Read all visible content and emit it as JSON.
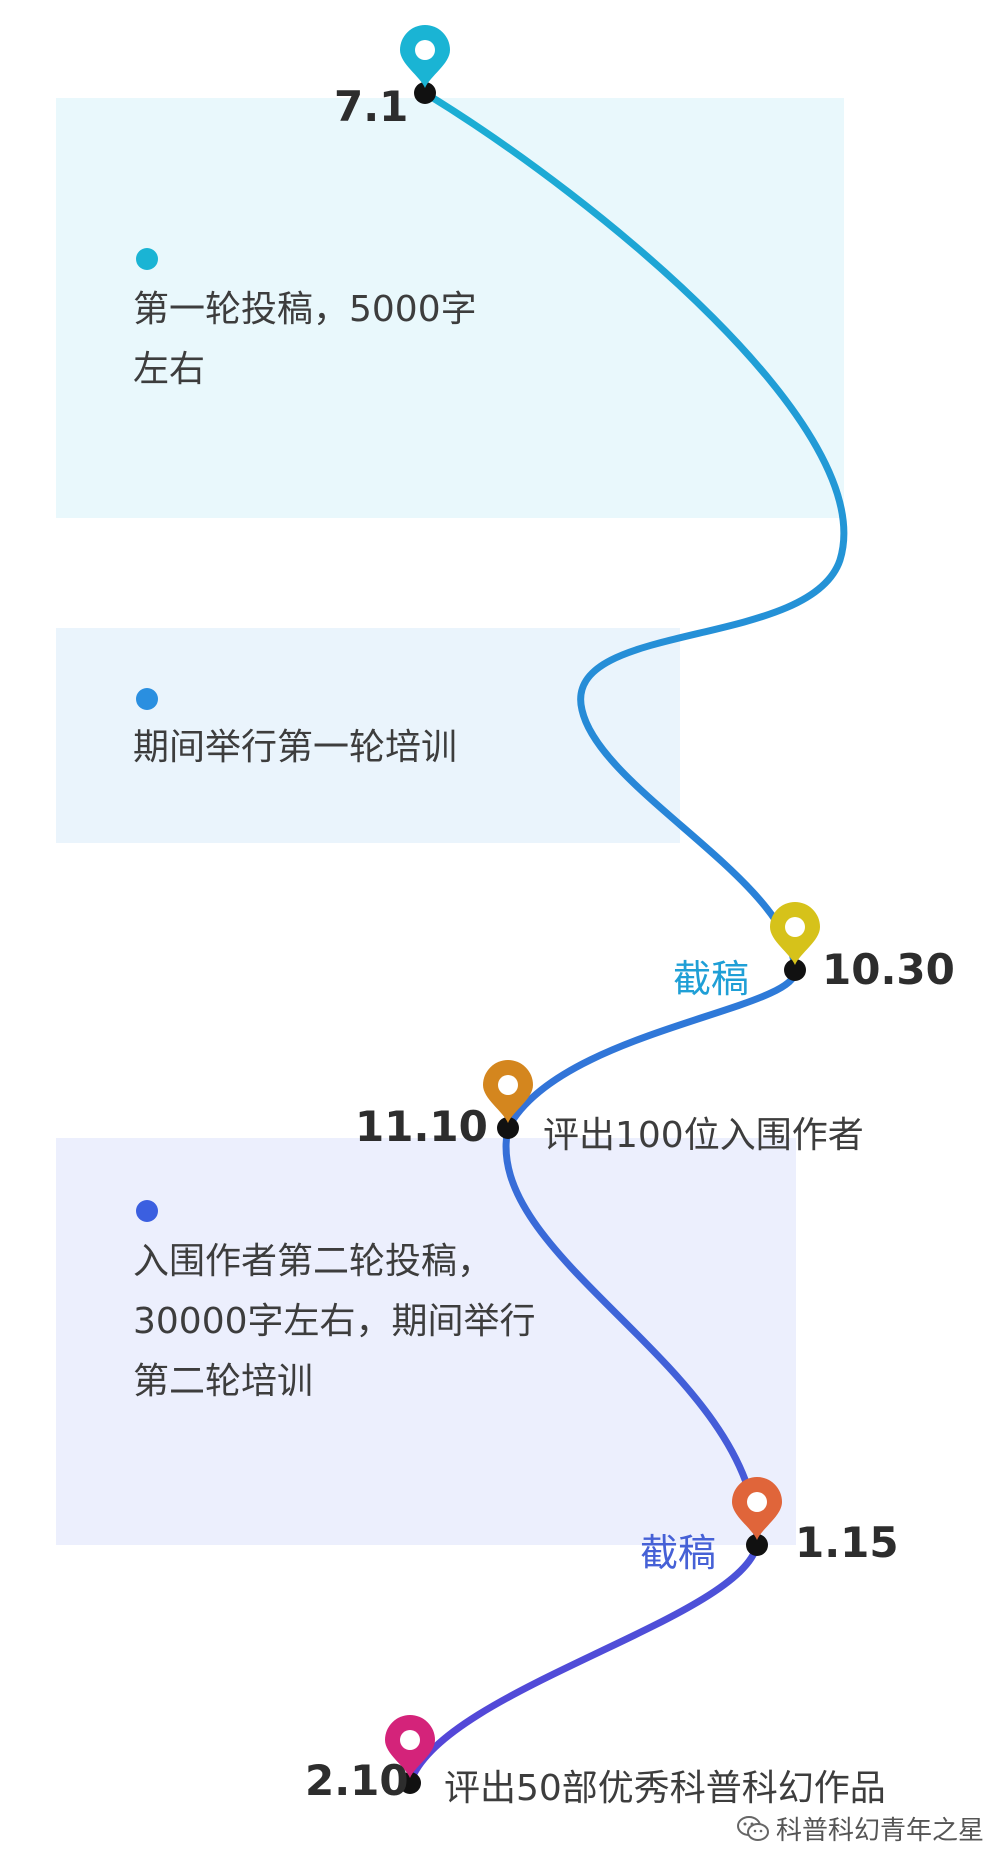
{
  "colors": {
    "panel_1": "#e9f8fc",
    "panel_2": "#eaf4fc",
    "panel_3": "#eceffd",
    "pin_1": "#1ab4d4",
    "pin_2": "#d6c21a",
    "pin_3": "#d4861e",
    "pin_4": "#e0653a",
    "pin_5": "#d4237a",
    "path_start": "#1ab4d4",
    "path_mid": "#2a7fd8",
    "path_end": "#5a3fd8"
  },
  "milestones": [
    {
      "date": "7.1",
      "pin_icon": "location-pin-icon"
    },
    {
      "date": "10.30",
      "tag": "截稿",
      "pin_icon": "location-pin-icon"
    },
    {
      "date": "11.10",
      "event": "评出100位入围作者",
      "pin_icon": "location-pin-icon"
    },
    {
      "date": "1.15",
      "tag": "截稿",
      "pin_icon": "location-pin-icon"
    },
    {
      "date": "2.10",
      "event": "评出50部优秀科普科幻作品",
      "pin_icon": "location-pin-icon"
    }
  ],
  "stages": [
    {
      "lines": [
        "第一轮投稿，5000字",
        "左右"
      ]
    },
    {
      "lines": [
        "期间举行第一轮培训"
      ]
    },
    {
      "lines": [
        "入围作者第二轮投稿，",
        "30000字左右，期间举行",
        "第二轮培训"
      ]
    }
  ],
  "watermark": {
    "icon": "wechat-icon",
    "text": "科普科幻青年之星"
  }
}
